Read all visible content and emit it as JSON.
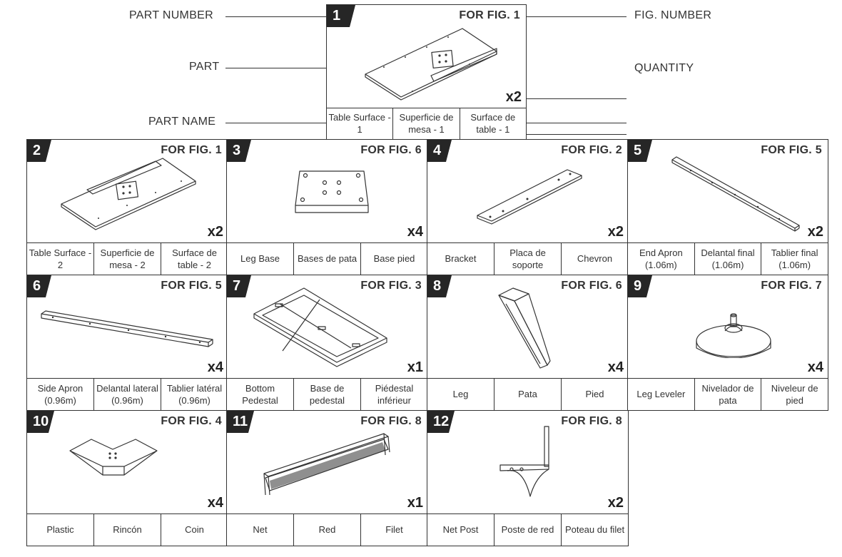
{
  "legend": {
    "part_number": "PART NUMBER",
    "part": "PART",
    "part_name": "PART NAME",
    "fig_number": "FIG. NUMBER",
    "quantity": "QUANTITY"
  },
  "parts": [
    {
      "number": "1",
      "fig": "FOR FIG. 1",
      "qty": "x2",
      "names": [
        "Table Surface - 1",
        "Superficie de mesa - 1",
        "Surface de table - 1"
      ],
      "icon": "table-surface-icon"
    },
    {
      "number": "2",
      "fig": "FOR FIG. 1",
      "qty": "x2",
      "names": [
        "Table Surface - 2",
        "Superficie de mesa - 2",
        "Surface de table - 2"
      ],
      "icon": "table-surface-icon"
    },
    {
      "number": "3",
      "fig": "FOR FIG. 6",
      "qty": "x4",
      "names": [
        "Leg Base",
        "Bases de pata",
        "Base pied"
      ],
      "icon": "leg-base-icon"
    },
    {
      "number": "4",
      "fig": "FOR FIG. 2",
      "qty": "x2",
      "names": [
        "Bracket",
        "Placa de soporte",
        "Chevron"
      ],
      "icon": "bracket-icon"
    },
    {
      "number": "5",
      "fig": "FOR FIG. 5",
      "qty": "x2",
      "names": [
        "End Apron (1.06m)",
        "Delantal final (1.06m)",
        "Tablier final (1.06m)"
      ],
      "icon": "end-apron-icon"
    },
    {
      "number": "6",
      "fig": "FOR FIG. 5",
      "qty": "x4",
      "names": [
        "Side Apron (0.96m)",
        "Delantal lateral (0.96m)",
        "Tablier latéral (0.96m)"
      ],
      "icon": "side-apron-icon"
    },
    {
      "number": "7",
      "fig": "FOR FIG. 3",
      "qty": "x1",
      "names": [
        "Bottom Pedestal",
        "Base de pedestal",
        "Piédestal inférieur"
      ],
      "icon": "pedestal-frame-icon"
    },
    {
      "number": "8",
      "fig": "FOR FIG. 6",
      "qty": "x4",
      "names": [
        "Leg",
        "Pata",
        "Pied"
      ],
      "icon": "leg-icon"
    },
    {
      "number": "9",
      "fig": "FOR FIG. 7",
      "qty": "x4",
      "names": [
        "Leg Leveler",
        "Nivelador de pata",
        "Niveleur de pied"
      ],
      "icon": "leg-leveler-icon"
    },
    {
      "number": "10",
      "fig": "FOR FIG. 4",
      "qty": "x4",
      "names": [
        "Plastic",
        "Rincón",
        "Coin"
      ],
      "icon": "corner-piece-icon"
    },
    {
      "number": "11",
      "fig": "FOR FIG. 8",
      "qty": "x1",
      "names": [
        "Net",
        "Red",
        "Filet"
      ],
      "icon": "net-icon"
    },
    {
      "number": "12",
      "fig": "FOR FIG. 8",
      "qty": "x2",
      "names": [
        "Net Post",
        "Poste de red",
        "Poteau du filet"
      ],
      "icon": "net-post-icon"
    }
  ]
}
